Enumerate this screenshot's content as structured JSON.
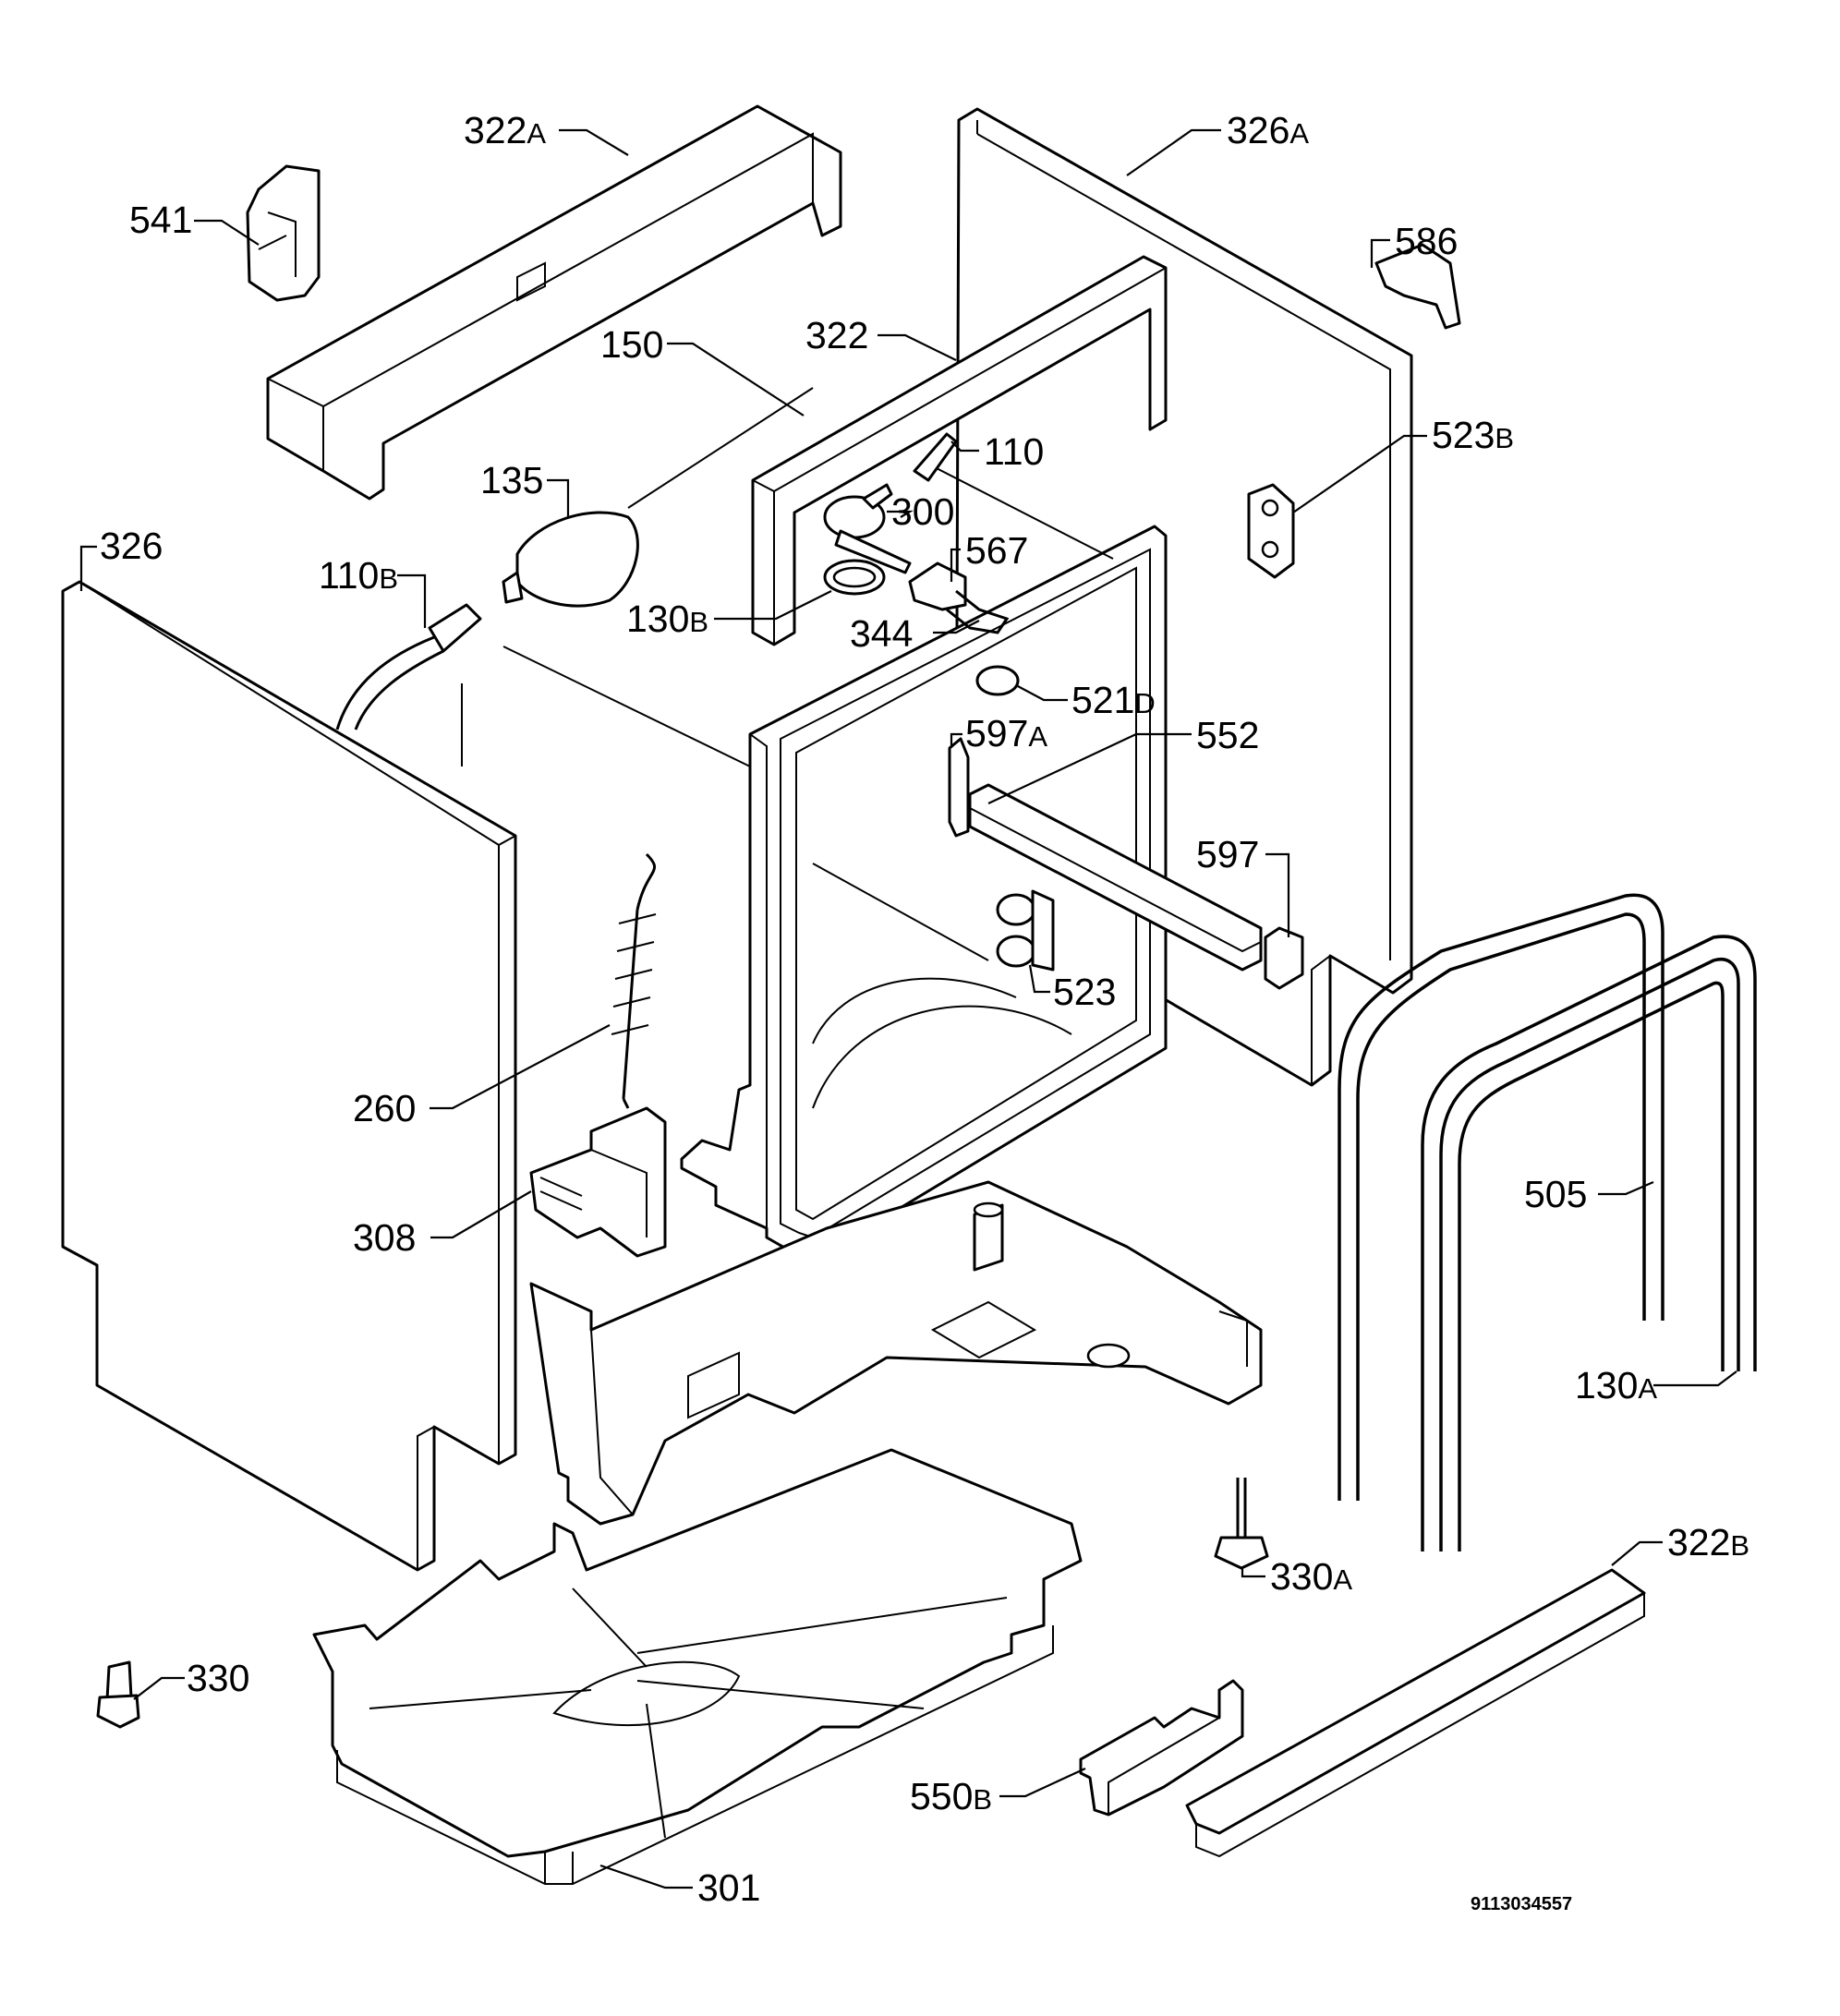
{
  "document_number": "9113034557",
  "parts": [
    {
      "id": "322A",
      "number": "322",
      "suffix": "A"
    },
    {
      "id": "541",
      "number": "541",
      "suffix": ""
    },
    {
      "id": "326A",
      "number": "326",
      "suffix": "A"
    },
    {
      "id": "586",
      "number": "586",
      "suffix": ""
    },
    {
      "id": "150",
      "number": "150",
      "suffix": ""
    },
    {
      "id": "322",
      "number": "322",
      "suffix": ""
    },
    {
      "id": "110",
      "number": "110",
      "suffix": ""
    },
    {
      "id": "523B",
      "number": "523",
      "suffix": "B"
    },
    {
      "id": "135",
      "number": "135",
      "suffix": ""
    },
    {
      "id": "300",
      "number": "300",
      "suffix": ""
    },
    {
      "id": "567",
      "number": "567",
      "suffix": ""
    },
    {
      "id": "326",
      "number": "326",
      "suffix": ""
    },
    {
      "id": "110B",
      "number": "110",
      "suffix": "B"
    },
    {
      "id": "130B",
      "number": "130",
      "suffix": "B"
    },
    {
      "id": "344",
      "number": "344",
      "suffix": ""
    },
    {
      "id": "521D",
      "number": "521",
      "suffix": "D"
    },
    {
      "id": "597A",
      "number": "597",
      "suffix": "A"
    },
    {
      "id": "552",
      "number": "552",
      "suffix": ""
    },
    {
      "id": "597",
      "number": "597",
      "suffix": ""
    },
    {
      "id": "523",
      "number": "523",
      "suffix": ""
    },
    {
      "id": "260",
      "number": "260",
      "suffix": ""
    },
    {
      "id": "308",
      "number": "308",
      "suffix": ""
    },
    {
      "id": "505",
      "number": "505",
      "suffix": ""
    },
    {
      "id": "130A",
      "number": "130",
      "suffix": "A"
    },
    {
      "id": "330A",
      "number": "330",
      "suffix": "A"
    },
    {
      "id": "322B",
      "number": "322",
      "suffix": "B"
    },
    {
      "id": "330",
      "number": "330",
      "suffix": ""
    },
    {
      "id": "550B",
      "number": "550",
      "suffix": "B"
    },
    {
      "id": "301",
      "number": "301",
      "suffix": ""
    }
  ]
}
